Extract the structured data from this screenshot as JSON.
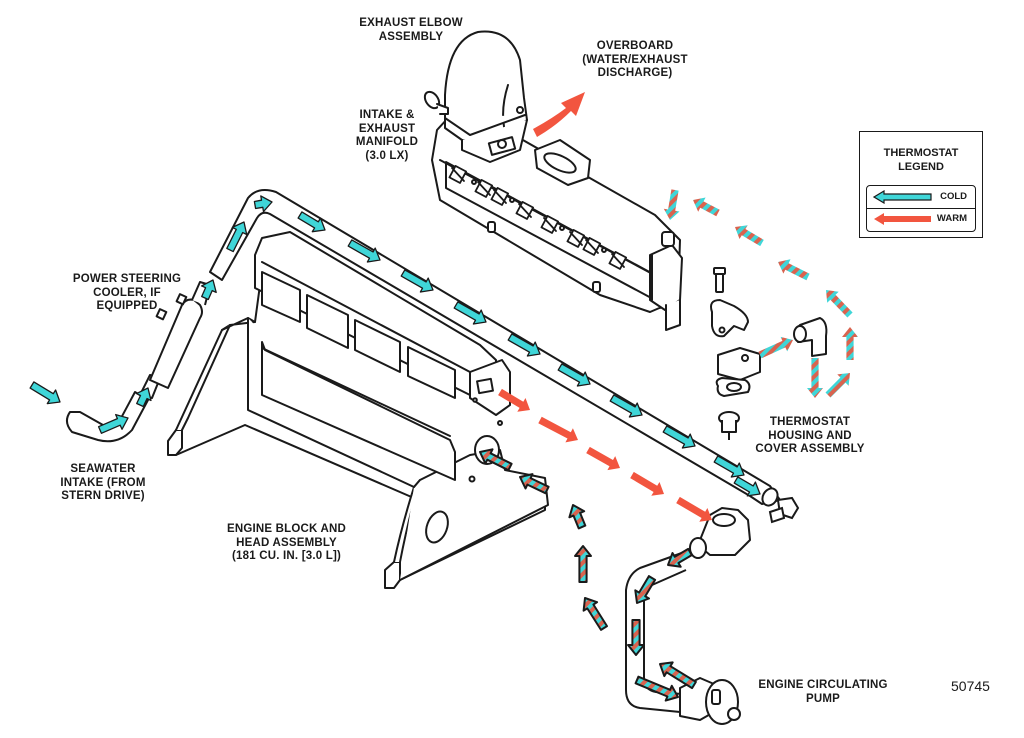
{
  "figure": {
    "title": "Seawater Cooling System Flow (3.0 LX)",
    "figure_number": "50745"
  },
  "labels": {
    "exhaust_elbow": "EXHAUST ELBOW\nASSEMBLY",
    "overboard": "OVERBOARD\n(WATER/EXHAUST\nDISCHARGE)",
    "manifold": "INTAKE &\nEXHAUST\nMANIFOLD\n(3.0 LX)",
    "power_steering": "POWER STEERING\nCOOLER, IF\nEQUIPPED",
    "seawater_intake": "SEAWATER\nINTAKE (FROM\nSTERN DRIVE)",
    "engine_block": "ENGINE BLOCK AND\nHEAD ASSEMBLY\n(181 CU. IN. [3.0 L])",
    "thermostat_housing": "THERMOSTAT\nHOUSING AND\nCOVER ASSEMBLY",
    "circulating_pump": "ENGINE CIRCULATING\nPUMP"
  },
  "legend": {
    "title": "THERMOSTAT\nLEGEND",
    "items": [
      {
        "label": "COLD",
        "color": "#3fd6d8",
        "meaning": "cold water flow"
      },
      {
        "label": "WARM",
        "color": "#f2553f",
        "meaning": "warm water flow"
      }
    ]
  },
  "colors": {
    "cold": "#3fd6d8",
    "warm": "#f2553f",
    "line": "#1a1a1a",
    "mixed_stripe_a": "#3fd6d8",
    "mixed_stripe_b": "#d9634f"
  },
  "flow_paths": [
    {
      "name": "seawater-intake-path",
      "type": "cold",
      "description": "Seawater intake from stern drive through power steering cooler"
    },
    {
      "name": "cold-supply-pipe",
      "type": "cold",
      "description": "Long supply pipe over engine block to thermostat side"
    },
    {
      "name": "warm-block-outflow",
      "type": "warm",
      "description": "Warm water from head to circulating pump housing"
    },
    {
      "name": "mixed-pump-loop",
      "type": "mixed",
      "description": "Recirculation through engine circulating pump"
    },
    {
      "name": "mixed-block-return",
      "type": "mixed",
      "description": "Return into engine block"
    },
    {
      "name": "mixed-thermostat-to-manifold",
      "type": "mixed",
      "description": "Thermostat housing to exhaust manifold"
    },
    {
      "name": "overboard-discharge",
      "type": "warm",
      "description": "Water/exhaust discharge overboard"
    }
  ]
}
